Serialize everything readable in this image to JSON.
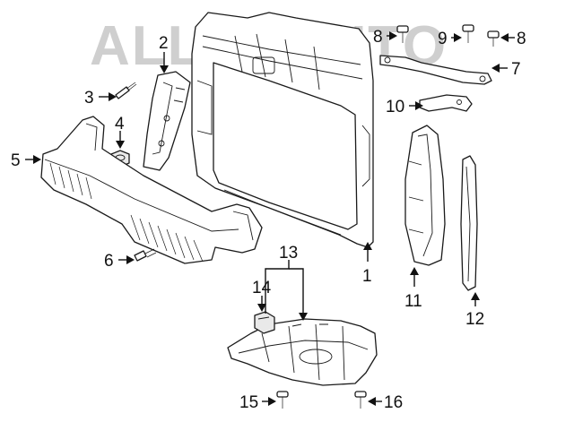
{
  "watermark": "ALLFOAUTO",
  "callouts": [
    {
      "id": "c1",
      "text": "1",
      "part": "radiator-support"
    },
    {
      "id": "c2",
      "text": "2",
      "part": "side-bracket"
    },
    {
      "id": "c3",
      "text": "3",
      "part": "bolt"
    },
    {
      "id": "c4",
      "text": "4",
      "part": "nut"
    },
    {
      "id": "c5",
      "text": "5",
      "part": "lower-deflector"
    },
    {
      "id": "c6",
      "text": "6",
      "part": "screw"
    },
    {
      "id": "c7",
      "text": "7",
      "part": "upper-bracket"
    },
    {
      "id": "c8a",
      "text": "8",
      "part": "bolt"
    },
    {
      "id": "c8b",
      "text": "8",
      "part": "bolt"
    },
    {
      "id": "c9",
      "text": "9",
      "part": "bolt"
    },
    {
      "id": "c10",
      "text": "10",
      "part": "small-bracket"
    },
    {
      "id": "c11",
      "text": "11",
      "part": "air-guide"
    },
    {
      "id": "c12",
      "text": "12",
      "part": "seal-strip"
    },
    {
      "id": "c13",
      "text": "13",
      "part": "splash-shield"
    },
    {
      "id": "c14",
      "text": "14",
      "part": "clip"
    },
    {
      "id": "c15",
      "text": "15",
      "part": "screw"
    },
    {
      "id": "c16",
      "text": "16",
      "part": "screw"
    }
  ],
  "colors": {
    "line": "#1a1a1a",
    "watermark": "#cfcfcf",
    "background": "#ffffff"
  }
}
